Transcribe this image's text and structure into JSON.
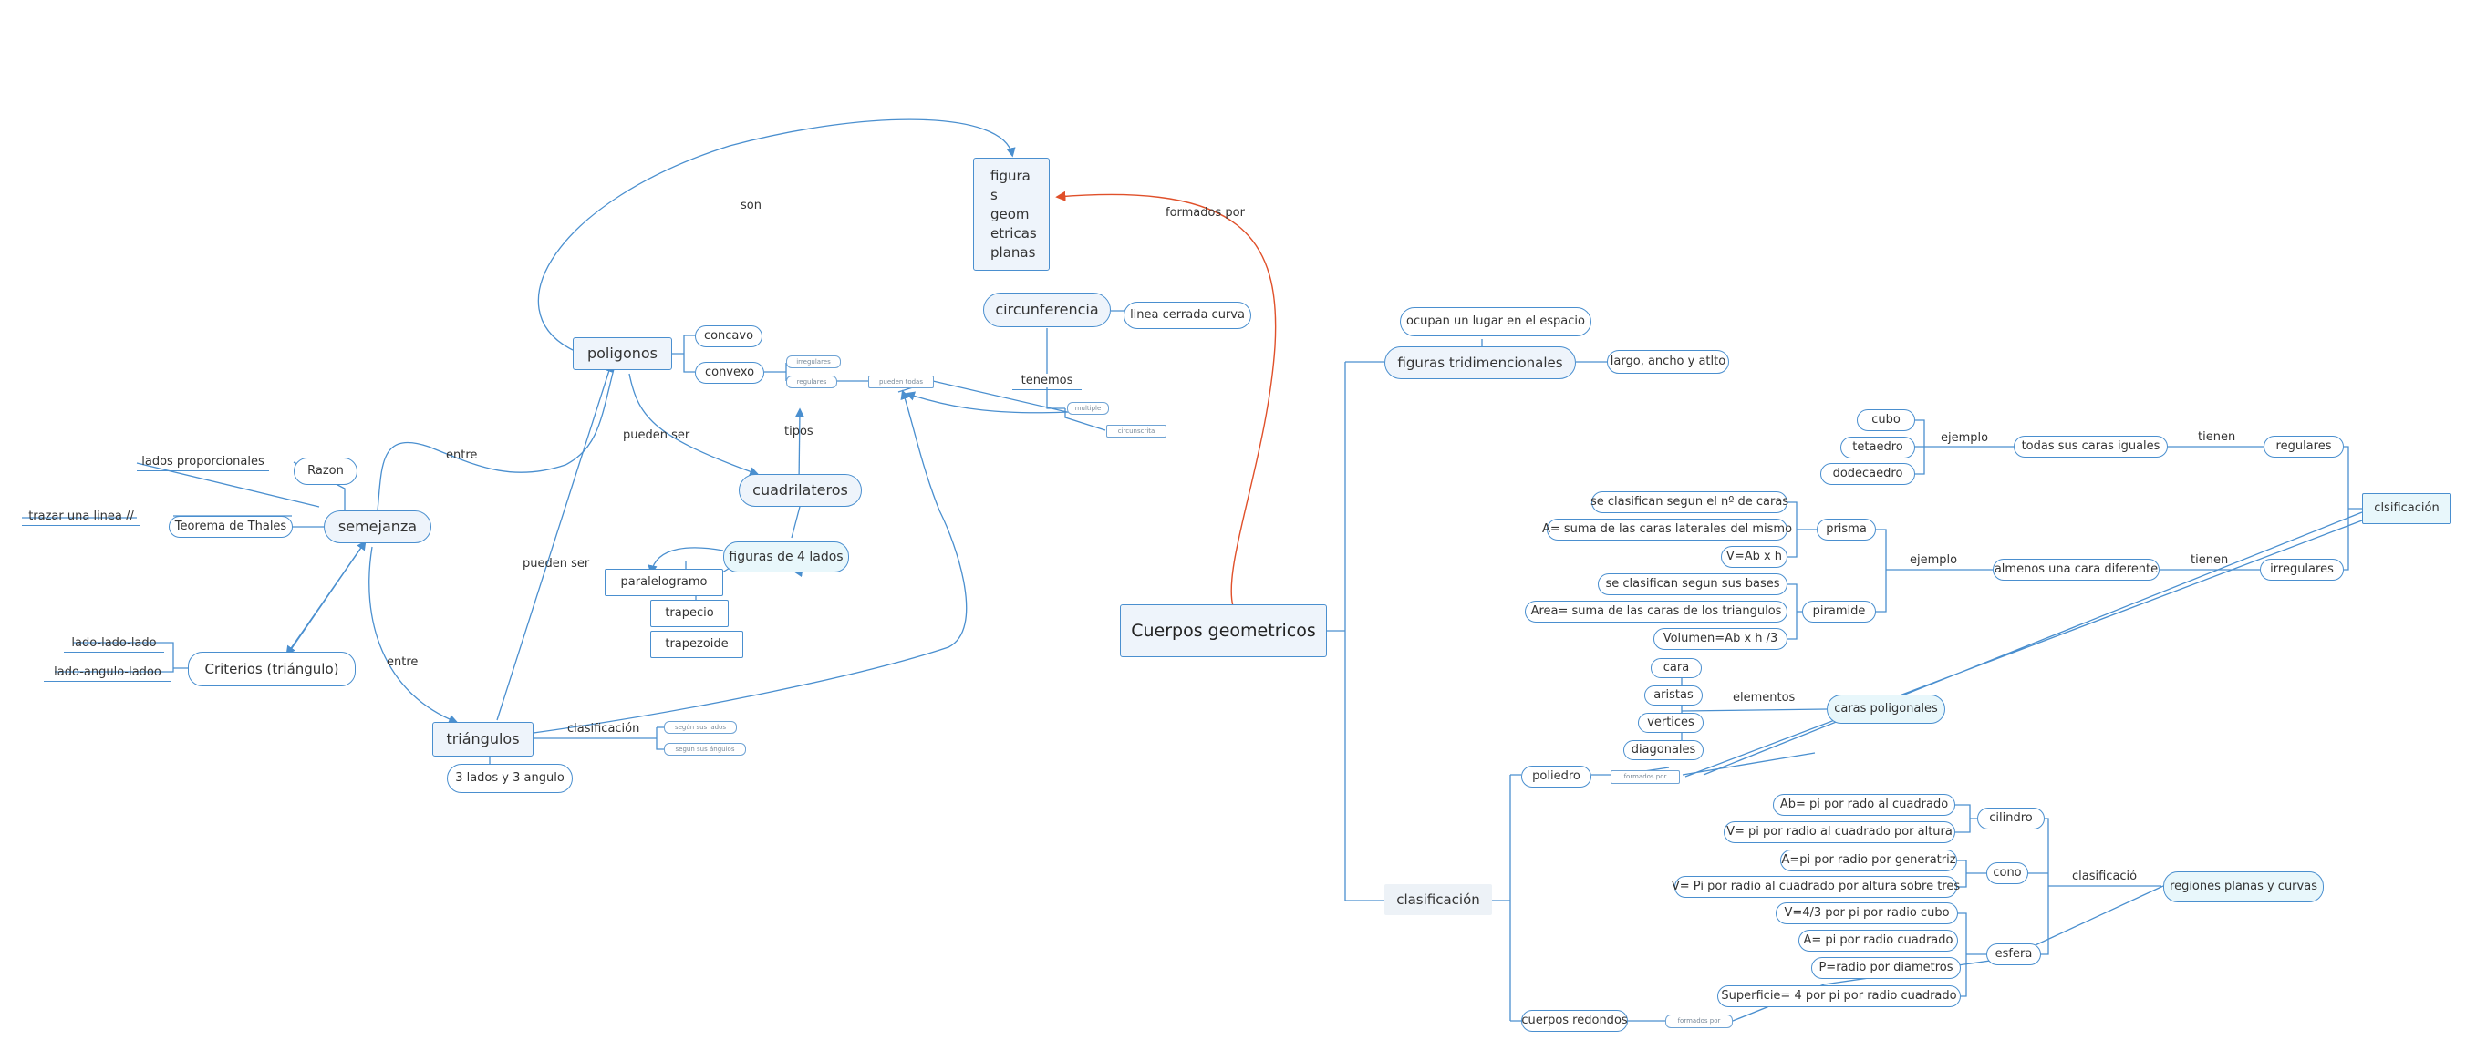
{
  "nodes": {
    "figuras_geometricas": [
      "figura",
      "s",
      "geom",
      "etricas",
      "planas"
    ],
    "circunferencia": "circunferencia",
    "linea_cerrada_curva": "linea cerrada curva",
    "tenemos": "tenemos",
    "ocupan_espacio": "ocupan un lugar en el espacio",
    "figuras_tridimencionales": "figuras tridimencionales",
    "largo_ancho_alto": "largo, ancho y atlto",
    "poligonos": "poligonos",
    "concavo": "concavo",
    "convexo": "convexo",
    "cuadrilateros": "cuadrilateros",
    "figuras_4_lados": "figuras de 4 lados",
    "paralelogramo": "paralelogramo",
    "trapecio": "trapecio",
    "trapezoide": "trapezoide",
    "lados_proporcionales": "lados proporcionales",
    "razon": "Razon",
    "trazar_linea": "trazar una linea //",
    "teorema_thales": "Teorema de Thales",
    "semejanza": "semejanza",
    "lado_lado_lado": "lado-lado-lado",
    "lado_angulo_lado": "lado-angulo-ladoo",
    "criterios": "Criterios (triángulo)",
    "triangulos": "triángulos",
    "tres_lados": "3 lados y 3 angulo",
    "cuerpos_geometricos": "Cuerpos geometricos",
    "cubo": "cubo",
    "tetaedro": "tetaedro",
    "dodecaedro": "dodecaedro",
    "todas_caras_iguales": "todas sus caras iguales",
    "regulares": "regulares",
    "clasificacion_right": "clsificación",
    "se_clasifican_caras": "se clasifican segun el nº de caras",
    "suma_caras_laterales": "A= suma de las caras laterales del mismo",
    "v_ab_h": "V=Ab x h",
    "prisma": "prisma",
    "almenos_cara_diferente": "almenos una cara diferente",
    "irregulares": "irregulares",
    "se_clasifican_bases": "se clasifican segun sus bases",
    "area_suma_triangulos": "Area= suma de las caras de los triangulos",
    "piramide": "piramide",
    "volumen": "Volumen=Ab x h /3",
    "cara": "cara",
    "aristas": "aristas",
    "vertices": "vertices",
    "diagonales": "diagonales",
    "caras_poligonales": "caras poligonales",
    "poliedro": "poliedro",
    "ab_pi_r2": "Ab= pi por rado al cuadrado",
    "v_pi_r2_h": "V= pi por radio al cuadrado por altura",
    "cilindro": "cilindro",
    "a_pi_r_g": "A=pi por radio por generatriz",
    "cono": "cono",
    "v_cono": "V= Pi por radio al cuadrado por altura sobre tres",
    "v_esfera": "V=4/3 por pi  por radio cubo",
    "a_esfera": "A= pi por radio cuadrado",
    "p_esfera": "P=radio por diametros",
    "esfera": "esfera",
    "superficie": "Superficie= 4 por pi por radio cuadrado",
    "regiones_planas": "regiones planas y curvas",
    "clasificacion": "clasificación",
    "cuerpos_redondos": "cuerpos redondos"
  },
  "tiny": {
    "irregulares": "irregulares",
    "regulares": "regulares",
    "pueden_todas": "pueden todas",
    "multiple": "multiple",
    "circunscrita": "circunscrita",
    "segun_lados": "según sus lados",
    "segun_angulos": "según sus ángulos",
    "formados_por_1": "formados por",
    "formados_por_2": "formados por"
  },
  "labels": {
    "son": "son",
    "formados_por": "formados por",
    "entre_1": "entre",
    "entre_2": "entre",
    "pueden_ser_1": "pueden ser",
    "pueden_ser_2": "pueden ser",
    "tipos": "tipos",
    "clasificacion_tri": "clasificación",
    "ejemplo_1": "ejemplo",
    "tienen_1": "tienen",
    "ejemplo_2": "ejemplo",
    "tienen_2": "tienen",
    "elementos": "elementos",
    "clasificacio": "clasificació"
  },
  "colors": {
    "line": "#4a8fcf",
    "red_link": "#e0502a",
    "node_fill": "#eef4fb",
    "cyan_fill": "#e8f7fb"
  }
}
